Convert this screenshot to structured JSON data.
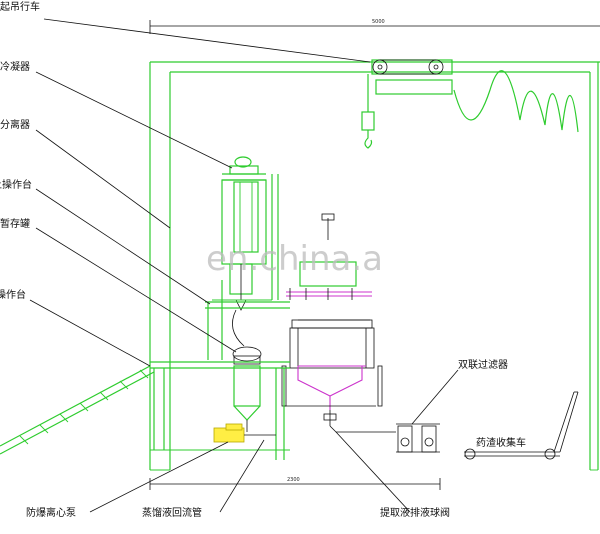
{
  "labels": {
    "crane": "起吊行车",
    "condenser": "冷凝器",
    "separator": "分离器",
    "upper_platform": "上操作台",
    "temp_storage_tank": "暂存罐",
    "operating_platform": "操作台",
    "dual_filter": "双联过滤器",
    "residue_cart": "药渣收集车",
    "explosion_proof_pump": "防爆离心泵",
    "reflux_pipe": "蒸馏液回流管",
    "drain_ball_valve": "提取液排液球阀"
  },
  "dimensions": {
    "top_width": "5000",
    "bottom_width": "2300"
  },
  "watermark": "en.china.a",
  "colors": {
    "structure": "#2ecc2e",
    "leader_lines": "#111111",
    "pipes": "#cc33cc",
    "pump": "#ffee44"
  }
}
